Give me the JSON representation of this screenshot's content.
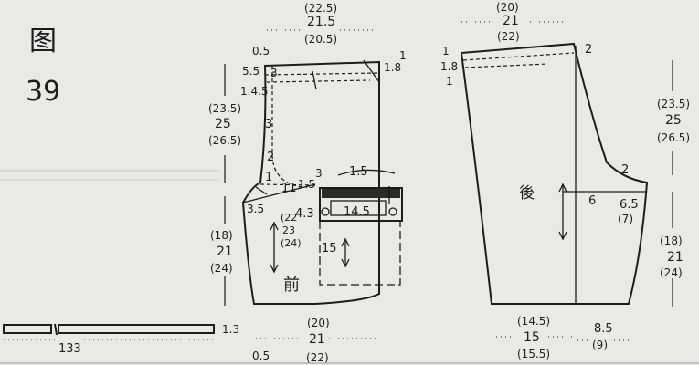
{
  "figure": {
    "char": "图",
    "number": "39"
  },
  "front": {
    "label": "前",
    "top_width": {
      "a": "(22.5)",
      "b": "21.5",
      "c": "(20.5)"
    },
    "top_notes": {
      "upper_left": "0.5",
      "upper_right": "1",
      "right_side": "1.8"
    },
    "left_marks": {
      "a": "5.5",
      "b": "1.4.5",
      "c": "3",
      "d": "3"
    },
    "rise": {
      "a": "(23.5)",
      "b": "25",
      "c": "(26.5)"
    },
    "crotch_marks": {
      "a": "2",
      "b": "1"
    },
    "crotch_ext": "11",
    "inseam_mark": "3.5",
    "pocket": {
      "dim1": "1.5",
      "dim2": "3",
      "dim3": "1.5",
      "depth": "4.3",
      "width": "14.5",
      "height": "15"
    },
    "inner": {
      "a": "(22",
      "b": "23",
      "c": "(24)"
    },
    "leg": {
      "a": "(18)",
      "b": "21",
      "c": "(24)"
    },
    "hem": {
      "a": "(20)",
      "b": "21",
      "c": "(22)"
    },
    "hem_left": "0.5"
  },
  "back": {
    "label": "後",
    "top_width": {
      "a": "(20)",
      "b": "21",
      "c": "(22)"
    },
    "left_marks": {
      "a": "1",
      "b": "1.8",
      "c": "1"
    },
    "top_right": "2",
    "rise": {
      "a": "(23.5)",
      "b": "25",
      "c": "(26.5)"
    },
    "crotch": {
      "a": "2",
      "b": "6",
      "c": "6.5",
      "d": "(7)"
    },
    "leg": {
      "a": "(18)",
      "b": "21",
      "c": "(24)"
    },
    "hem": {
      "a": "(14.5)",
      "b": "15",
      "c": "(15.5)"
    },
    "hem_right": {
      "a": "8.5",
      "b": "(9)"
    }
  },
  "strip": {
    "length": "133",
    "width": "1.3"
  }
}
